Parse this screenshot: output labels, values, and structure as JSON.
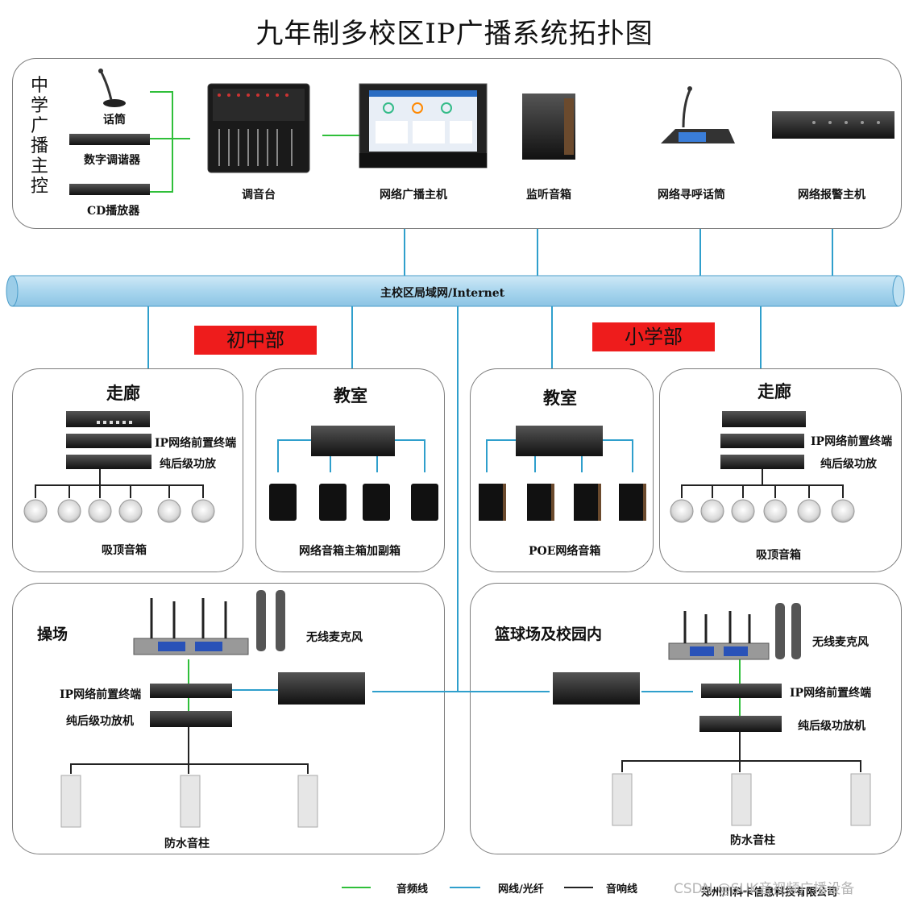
{
  "title": "九年制多校区IP广播系统拓扑图",
  "central": {
    "label": "中学广播主控",
    "devices": [
      "话筒",
      "数字调谐器",
      "CD播放器",
      "调音台",
      "网络广播主机",
      "监听音箱",
      "网络寻呼话筒",
      "网络报警主机"
    ]
  },
  "network": {
    "label": "主校区局域网/Internet"
  },
  "sections": {
    "junior": "初中部",
    "primary": "小学部"
  },
  "junior_corridor": {
    "title": "走廊",
    "terminal": "IP网络前置终端",
    "amp": "纯后级功放",
    "speakers": "吸顶音箱"
  },
  "junior_classroom": {
    "title": "教室",
    "speakers": "网络音箱主箱加副箱"
  },
  "primary_classroom": {
    "title": "教室",
    "speakers": "POE网络音箱"
  },
  "primary_corridor": {
    "title": "走廊",
    "terminal": "IP网络前置终端",
    "amp": "纯后级功放",
    "speakers": "吸顶音箱"
  },
  "playground": {
    "title": "操场",
    "mic": "无线麦克风",
    "terminal": "IP网络前置终端",
    "amp": "纯后级功放机",
    "speakers": "防水音柱"
  },
  "court": {
    "title": "篮球场及校园内",
    "mic": "无线麦克风",
    "terminal": "IP网络前置终端",
    "amp": "纯后级功放机",
    "speakers": "防水音柱"
  },
  "legend": {
    "audio": "音频线",
    "network": "网线/光纤",
    "speaker": "音响线",
    "company": "郑州川科卡信息科技有限公司"
  },
  "watermark": "CSDN @SUK音视频广播设备",
  "colors": {
    "audio_line": "#2fbf3a",
    "network_line": "#2f9fcc",
    "speaker_line": "#222222",
    "red_label": "#ee1c1c"
  }
}
